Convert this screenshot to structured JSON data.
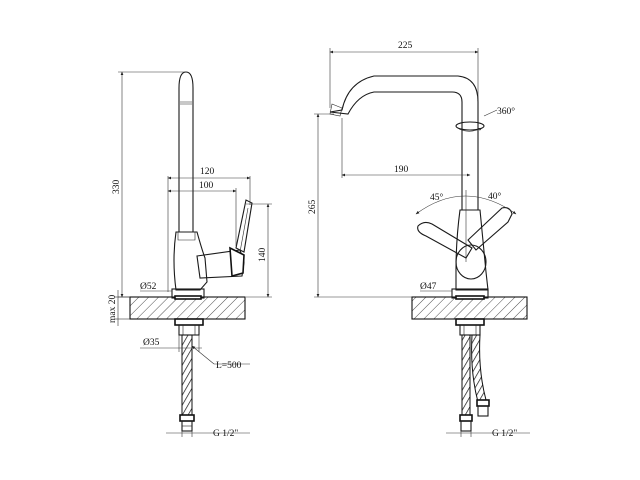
{
  "labels": {
    "height_total": "330",
    "width_120": "120",
    "width_100": "100",
    "height_140": "140",
    "dia_52": "Ø52",
    "max_20": "max 20",
    "dia_35": "Ø35",
    "hose_length": "L=500",
    "thread_left": "G 1/2\"",
    "width_225": "225",
    "rotation": "360°",
    "reach_190": "190",
    "height_265": "265",
    "angle_45": "45°",
    "angle_40": "40°",
    "dia_47": "Ø47",
    "thread_right": "G 1/2\""
  }
}
